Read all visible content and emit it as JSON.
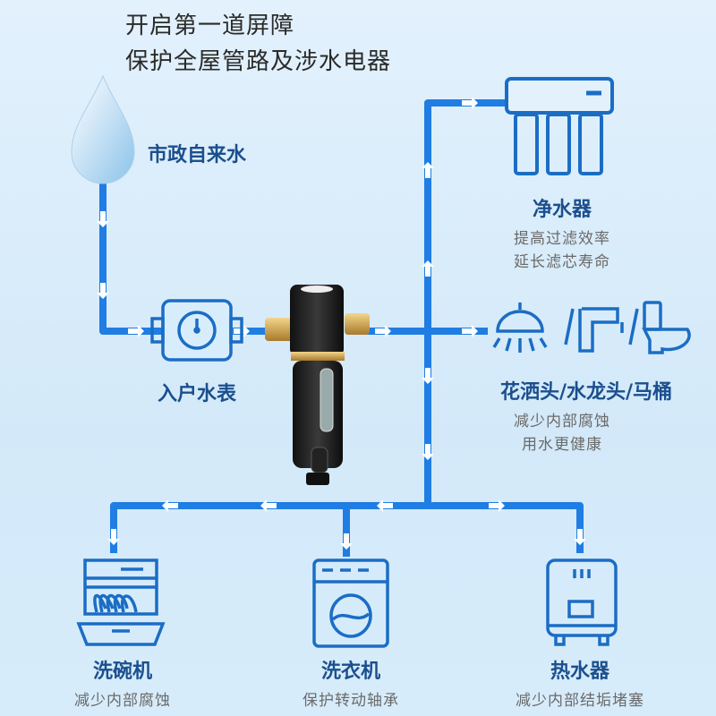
{
  "title": {
    "line1": "开启第一道屏障",
    "line2": "保护全屋管路及涉水电器"
  },
  "source": {
    "label": "市政自来水",
    "icon": "water-drop-icon"
  },
  "meter": {
    "label": "入户水表",
    "icon": "water-meter-icon"
  },
  "filter": {
    "icon": "pre-filter-product"
  },
  "purifier": {
    "label": "净水器",
    "desc": [
      "提高过滤效率",
      "延长滤芯寿命"
    ],
    "icon": "water-purifier-icon"
  },
  "fixtures": {
    "label": "花洒头/水龙头/马桶",
    "desc": [
      "减少内部腐蚀",
      "用水更健康"
    ],
    "icons": [
      "shower-icon",
      "faucet-icon",
      "toilet-icon"
    ]
  },
  "appliances": [
    {
      "label": "洗碗机",
      "desc": "减少内部腐蚀",
      "icon": "dishwasher-icon"
    },
    {
      "label": "洗衣机",
      "desc": "保护转动轴承",
      "icon": "washing-machine-icon"
    },
    {
      "label": "热水器",
      "desc": "减少内部结垢堵塞",
      "icon": "water-heater-icon"
    }
  ],
  "colors": {
    "pipe": "#1f7de3",
    "icon": "#1b6dc4",
    "label": "#1b4f8e",
    "background": "#d6ebfa"
  }
}
